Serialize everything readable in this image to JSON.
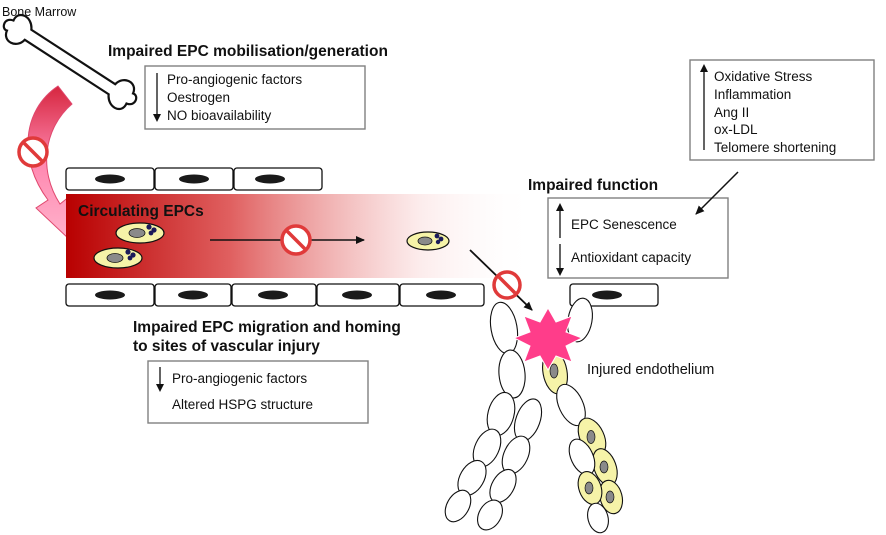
{
  "labels": {
    "bone_marrow": "Bone Marrow",
    "impaired_mobilisation": "Impaired EPC mobilisation/generation",
    "circulating_epcs": "Circulating EPCs",
    "impaired_migration_line1": "Impaired EPC migration and homing",
    "impaired_migration_line2": "to sites of vascular injury",
    "impaired_function": "Impaired function",
    "injured_endothelium": "Injured endothelium"
  },
  "mobilisation_box": {
    "items": [
      "Pro-angiogenic factors",
      "Oestrogen",
      "NO bioavailability"
    ],
    "direction": "down"
  },
  "stress_box": {
    "items": [
      "Oxidative Stress",
      "Inflammation",
      "Ang II",
      "ox-LDL",
      "Telomere shortening"
    ],
    "direction": "up"
  },
  "function_box": {
    "items": [
      {
        "text": "EPC Senescence",
        "direction": "up"
      },
      {
        "text": "Antioxidant capacity",
        "direction": "down"
      }
    ]
  },
  "migration_box": {
    "items": [
      {
        "text": "Pro-angiogenic factors",
        "direction": "down"
      },
      {
        "text": "Altered HSPG structure",
        "direction": "none"
      }
    ]
  },
  "colors": {
    "vessel_gradient_start": "#b80000",
    "inhibit_symbol": "#e03a3a",
    "epc_fill": "#f6f3a8",
    "injury_star": "#ff3d8a",
    "mobilisation_arrow": "#ff88b0",
    "nucleus": "#8a8a8a",
    "cell_nucleus_dark": "#1a1a1a"
  }
}
